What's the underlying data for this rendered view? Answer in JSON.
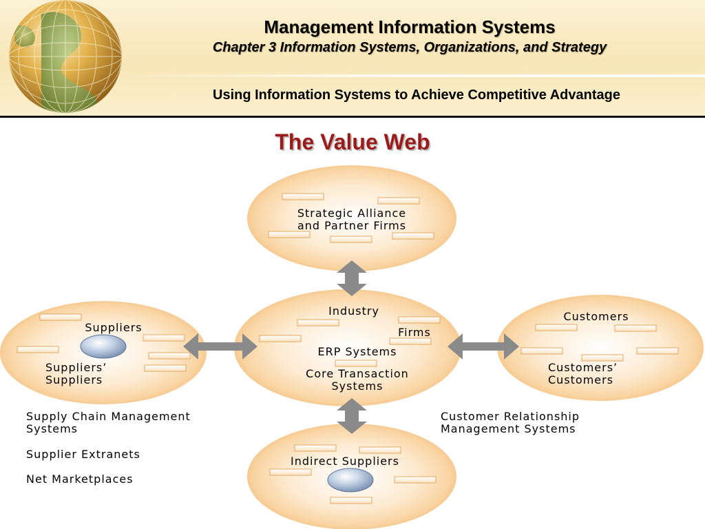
{
  "header": {
    "title": "Management Information Systems",
    "chapter": "Chapter 3 Information Systems, Organizations, and Strategy",
    "subtitle": "Using Information Systems to Achieve Competitive Advantage"
  },
  "slide": {
    "title": "The Value Web"
  },
  "diagram": {
    "top_node": {
      "line1": "Strategic Alliance",
      "line2": "and Partner Firms"
    },
    "center_node": {
      "industry": "Industry",
      "firms": "Firms",
      "erp": "ERP Systems",
      "core1": "Core Transaction",
      "core2": "Systems"
    },
    "left_node": {
      "suppliers": "Suppliers",
      "suppliers_suppliers_1": "Suppliers’",
      "suppliers_suppliers_2": "Suppliers"
    },
    "right_node": {
      "customers": "Customers",
      "customers_customers_1": "Customers’",
      "customers_customers_2": "Customers"
    },
    "bottom_node": {
      "label": "Indirect Suppliers"
    },
    "left_caption": {
      "scm1": "Supply Chain Management",
      "scm2": "Systems",
      "extranets": "Supplier Extranets",
      "marketplaces": "Net Marketplaces"
    },
    "right_caption": {
      "crm1": "Customer Relationship",
      "crm2": "Management Systems"
    }
  },
  "colors": {
    "title_red": "#9b1a1a",
    "node_fill": "#f7c98e",
    "arrow_gray": "#8a8a8a",
    "bar_fill": "#fff3e0",
    "bar_border": "#e0a860"
  }
}
